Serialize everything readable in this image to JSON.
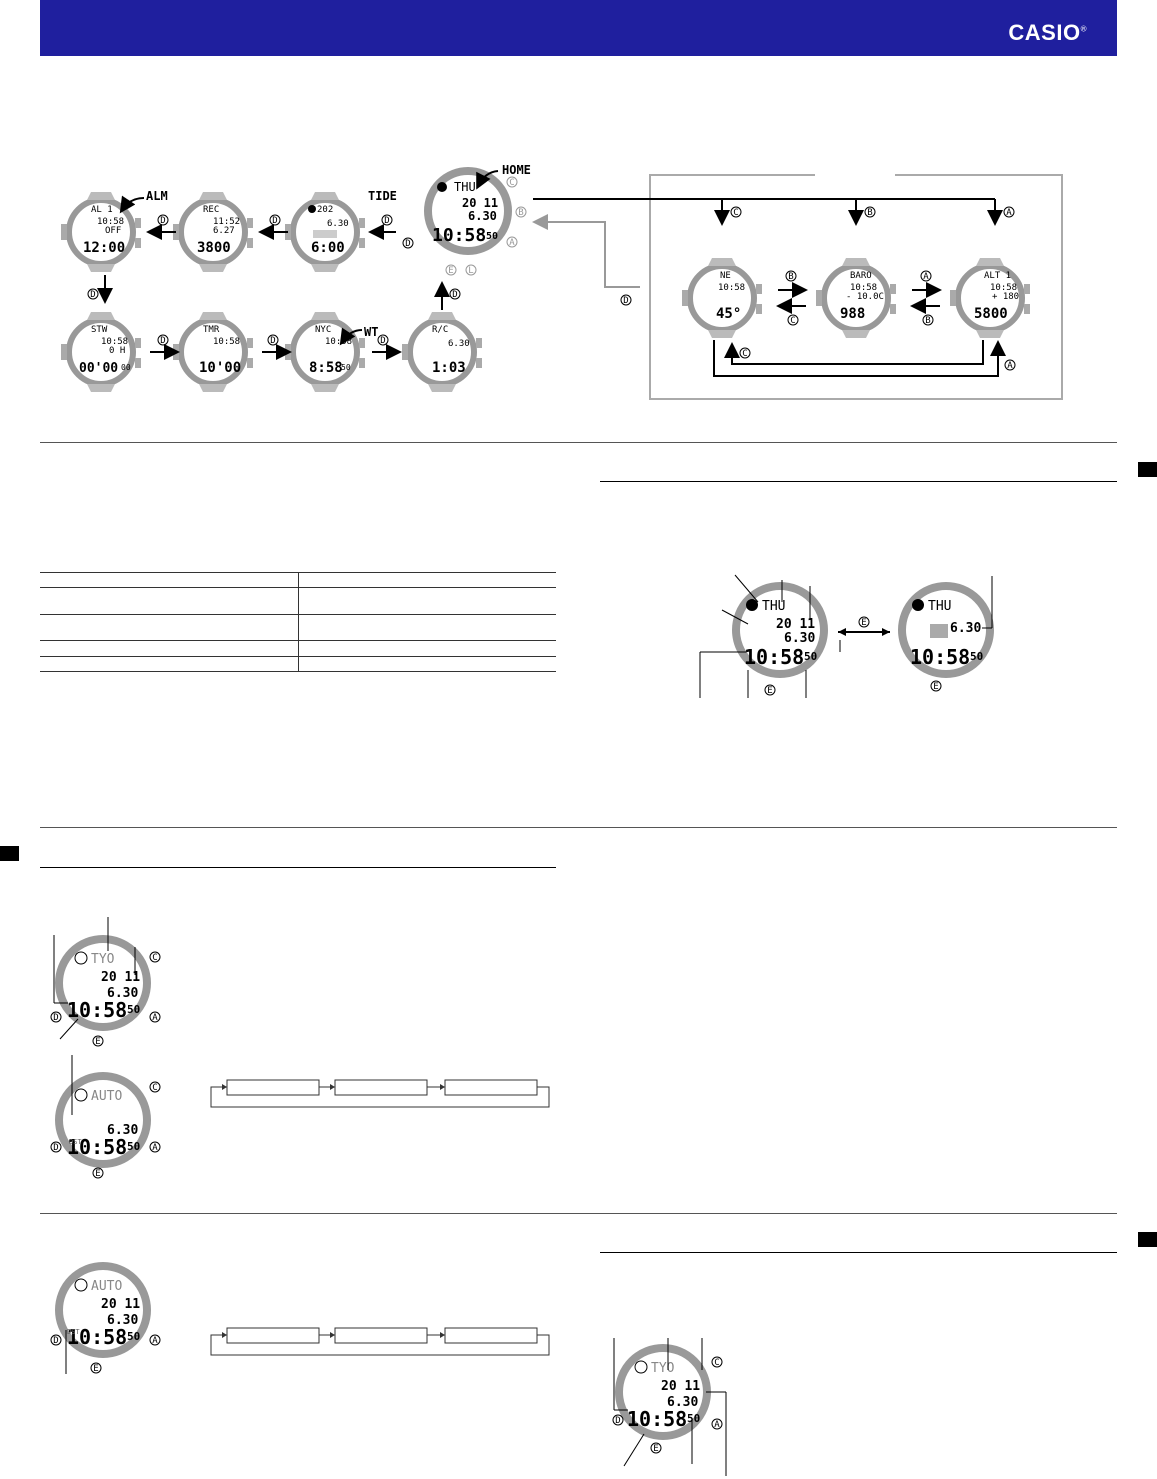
{
  "header": {
    "brand": "CASIO",
    "registered_mark": "®",
    "bar_color": "#1f1f9e"
  },
  "mode_diagram": {
    "labels": {
      "home": "HOME",
      "tide": "TIDE",
      "alarm": "ALM",
      "world_time": "WT"
    },
    "watches": {
      "home": {
        "day": "THU",
        "year": "20 11",
        "date": "6.30",
        "time": "10:58",
        "sec": "50"
      },
      "tide": {
        "top": "202",
        "date": "6.30",
        "main": "6:00"
      },
      "rec": {
        "top": "REC",
        "time": "11:52",
        "date": "6.27",
        "main": "3800"
      },
      "alm": {
        "top": "AL 1",
        "time": "10:58",
        "state": "OFF",
        "main": "12:00"
      },
      "stw": {
        "top": "STW",
        "time": "10:58",
        "hour": "0 H",
        "main": "00'00",
        "sub": "00"
      },
      "tmr": {
        "top": "TMR",
        "time": "10:58",
        "main": "10'00"
      },
      "nyc": {
        "top": "NYC",
        "time": "10:58",
        "main": "8:58",
        "sec": "50"
      },
      "rc": {
        "top": "R/C",
        "date": "6.30",
        "main": "1:03"
      },
      "compass": {
        "top": "NE",
        "time": "10:58",
        "main": "45°"
      },
      "baro": {
        "top": "BARO",
        "time": "10:58",
        "diff": "- 10.0C",
        "main": "988"
      },
      "alti": {
        "top": "ALT 1",
        "time": "10:58",
        "diff": "+ 180",
        "main": "5800"
      }
    },
    "buttons": {
      "a": "A",
      "b": "B",
      "c": "C",
      "d": "D",
      "e": "E",
      "l": "L"
    }
  },
  "timekeeping": {
    "watch_left": {
      "day": "THU",
      "year": "20 11",
      "date": "6.30",
      "time": "10:58",
      "sec": "50"
    },
    "watch_right": {
      "day": "THU",
      "date": "6.30",
      "time": "10:58",
      "sec": "50"
    },
    "toggle_button": "E"
  },
  "city_setting": {
    "watch_city": {
      "top": "TYO",
      "year": "20 11",
      "date": "6.30",
      "time": "10:58",
      "sec": "50"
    },
    "watch_auto": {
      "top": "AUTO",
      "date": "6.30",
      "time": "10:58",
      "sec": "50",
      "dst": "DST"
    }
  },
  "dst_setting": {
    "watch": {
      "top": "AUTO",
      "year": "20 11",
      "date": "6.30",
      "time": "10:58",
      "sec": "50",
      "dst": "DST"
    }
  },
  "time_setting": {
    "watch": {
      "top": "TYO",
      "year": "20 11",
      "date": "6.30",
      "time": "10:58",
      "sec": "50"
    }
  }
}
